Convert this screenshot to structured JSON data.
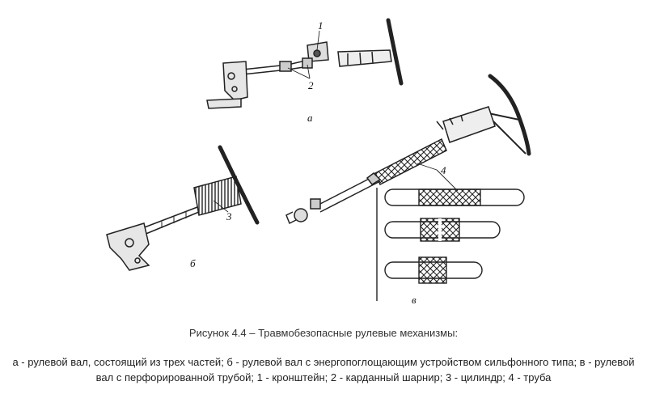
{
  "figure": {
    "labels": {
      "a": "а",
      "b": "б",
      "v": "в",
      "n1": "1",
      "n2": "2",
      "n3": "3",
      "n4": "4"
    }
  },
  "caption": "Рисунок 4.4 – Травмобезопасные рулевые механизмы:",
  "legend": "а - рулевой вал, состоящий из трех частей; б - рулевой вал с энергопоглощающим устройством сильфонного типа; в - рулевой вал с перфорированной трубой; 1 - кронштейн; 2 - карданный шарнир; 3 - цилиндр; 4 - труба"
}
